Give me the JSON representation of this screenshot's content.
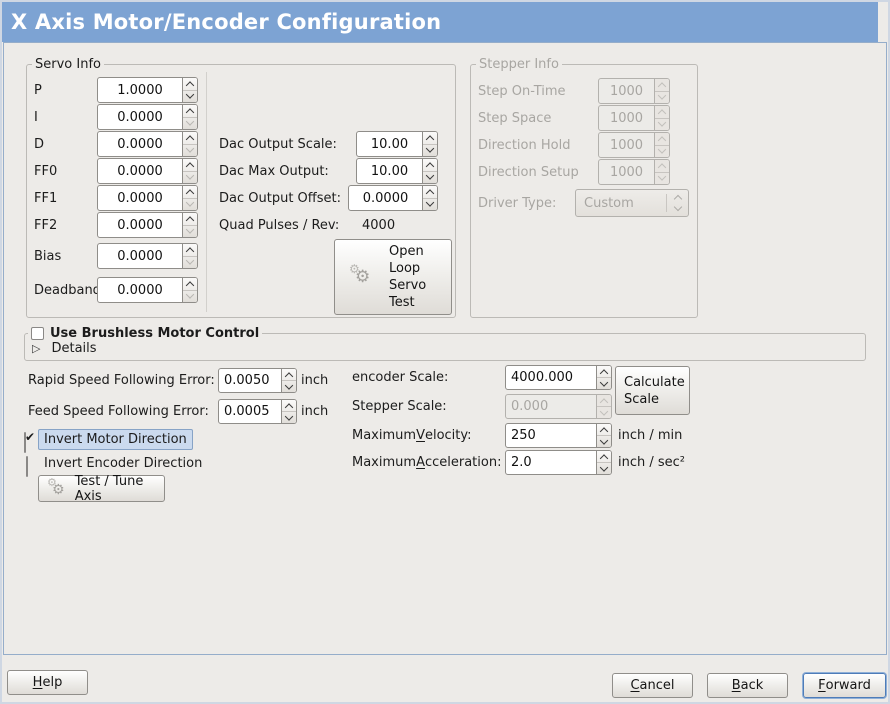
{
  "window": {
    "title": "X Axis Motor/Encoder Configuration"
  },
  "colors": {
    "titlebar": "#7da3d3",
    "focus_ring": "#4e7cb8",
    "selection_bg": "#cbdaee"
  },
  "icons": {
    "gear": "⚙",
    "expander_triangle": "▷",
    "check": "✔"
  },
  "servo_info": {
    "label": "Servo Info",
    "params": [
      {
        "label": "P",
        "value": "1.0000"
      },
      {
        "label": "I",
        "value": "0.0000"
      },
      {
        "label": "D",
        "value": "0.0000"
      },
      {
        "label": "FF0",
        "value": "0.0000"
      },
      {
        "label": "FF1",
        "value": "0.0000"
      },
      {
        "label": "FF2",
        "value": "0.0000"
      },
      {
        "label": "Bias",
        "value": "0.0000"
      },
      {
        "label": "Deadband",
        "value": "0.0000"
      }
    ],
    "dac_scale_label": "Dac Output Scale:",
    "dac_scale_value": "10.00",
    "dac_max_label": "Dac Max Output:",
    "dac_max_value": "10.00",
    "dac_offset_label": "Dac Output Offset:",
    "dac_offset_value": "0.0000",
    "quad_label": "Quad Pulses / Rev:",
    "quad_value": "4000",
    "open_loop_button": "Open\nLoop\nServo\nTest"
  },
  "stepper_info": {
    "label": "Stepper Info",
    "params": [
      {
        "label": "Step On-Time",
        "value": "1000"
      },
      {
        "label": "Step Space",
        "value": "1000"
      },
      {
        "label": "Direction Hold",
        "value": "1000"
      },
      {
        "label": "Direction Setup",
        "value": "1000"
      }
    ],
    "driver_type_label": "Driver Type:",
    "driver_type_value": "Custom"
  },
  "brushless": {
    "checkbox_label": "Use Brushless Motor Control",
    "checked": false,
    "details_label": "Details"
  },
  "following_error": {
    "rapid_label": "Rapid Speed Following Error:",
    "rapid_value": "0.0050",
    "rapid_unit": "inch",
    "feed_label": "Feed Speed Following Error:",
    "feed_value": "0.0005",
    "feed_unit": "inch"
  },
  "scales": {
    "encoder_label": "encoder Scale:",
    "encoder_value": "4000.000",
    "calculate_button": "Calculate\nScale",
    "stepper_label": "Stepper Scale:",
    "stepper_value": "0.000",
    "max_velocity_label": {
      "text": "Maximum Velocity:",
      "mnemonic": 8
    },
    "max_velocity_value": "250",
    "max_velocity_unit": "inch / min",
    "max_accel_label": {
      "text": "Maximum Acceleration:",
      "mnemonic": 8
    },
    "max_accel_value": "2.0",
    "max_accel_unit": "inch / sec²"
  },
  "direction": {
    "invert_motor_label": "Invert Motor Direction",
    "invert_motor_checked": true,
    "invert_encoder_label": "Invert Encoder Direction",
    "invert_encoder_checked": false,
    "test_tune_button": "Test / Tune Axis"
  },
  "footer": {
    "help": {
      "text": "Help",
      "mnemonic": 0
    },
    "cancel": {
      "text": "Cancel",
      "mnemonic": 0
    },
    "back": {
      "text": "Back",
      "mnemonic": 0
    },
    "forward": {
      "text": "Forward",
      "mnemonic": 0
    }
  }
}
